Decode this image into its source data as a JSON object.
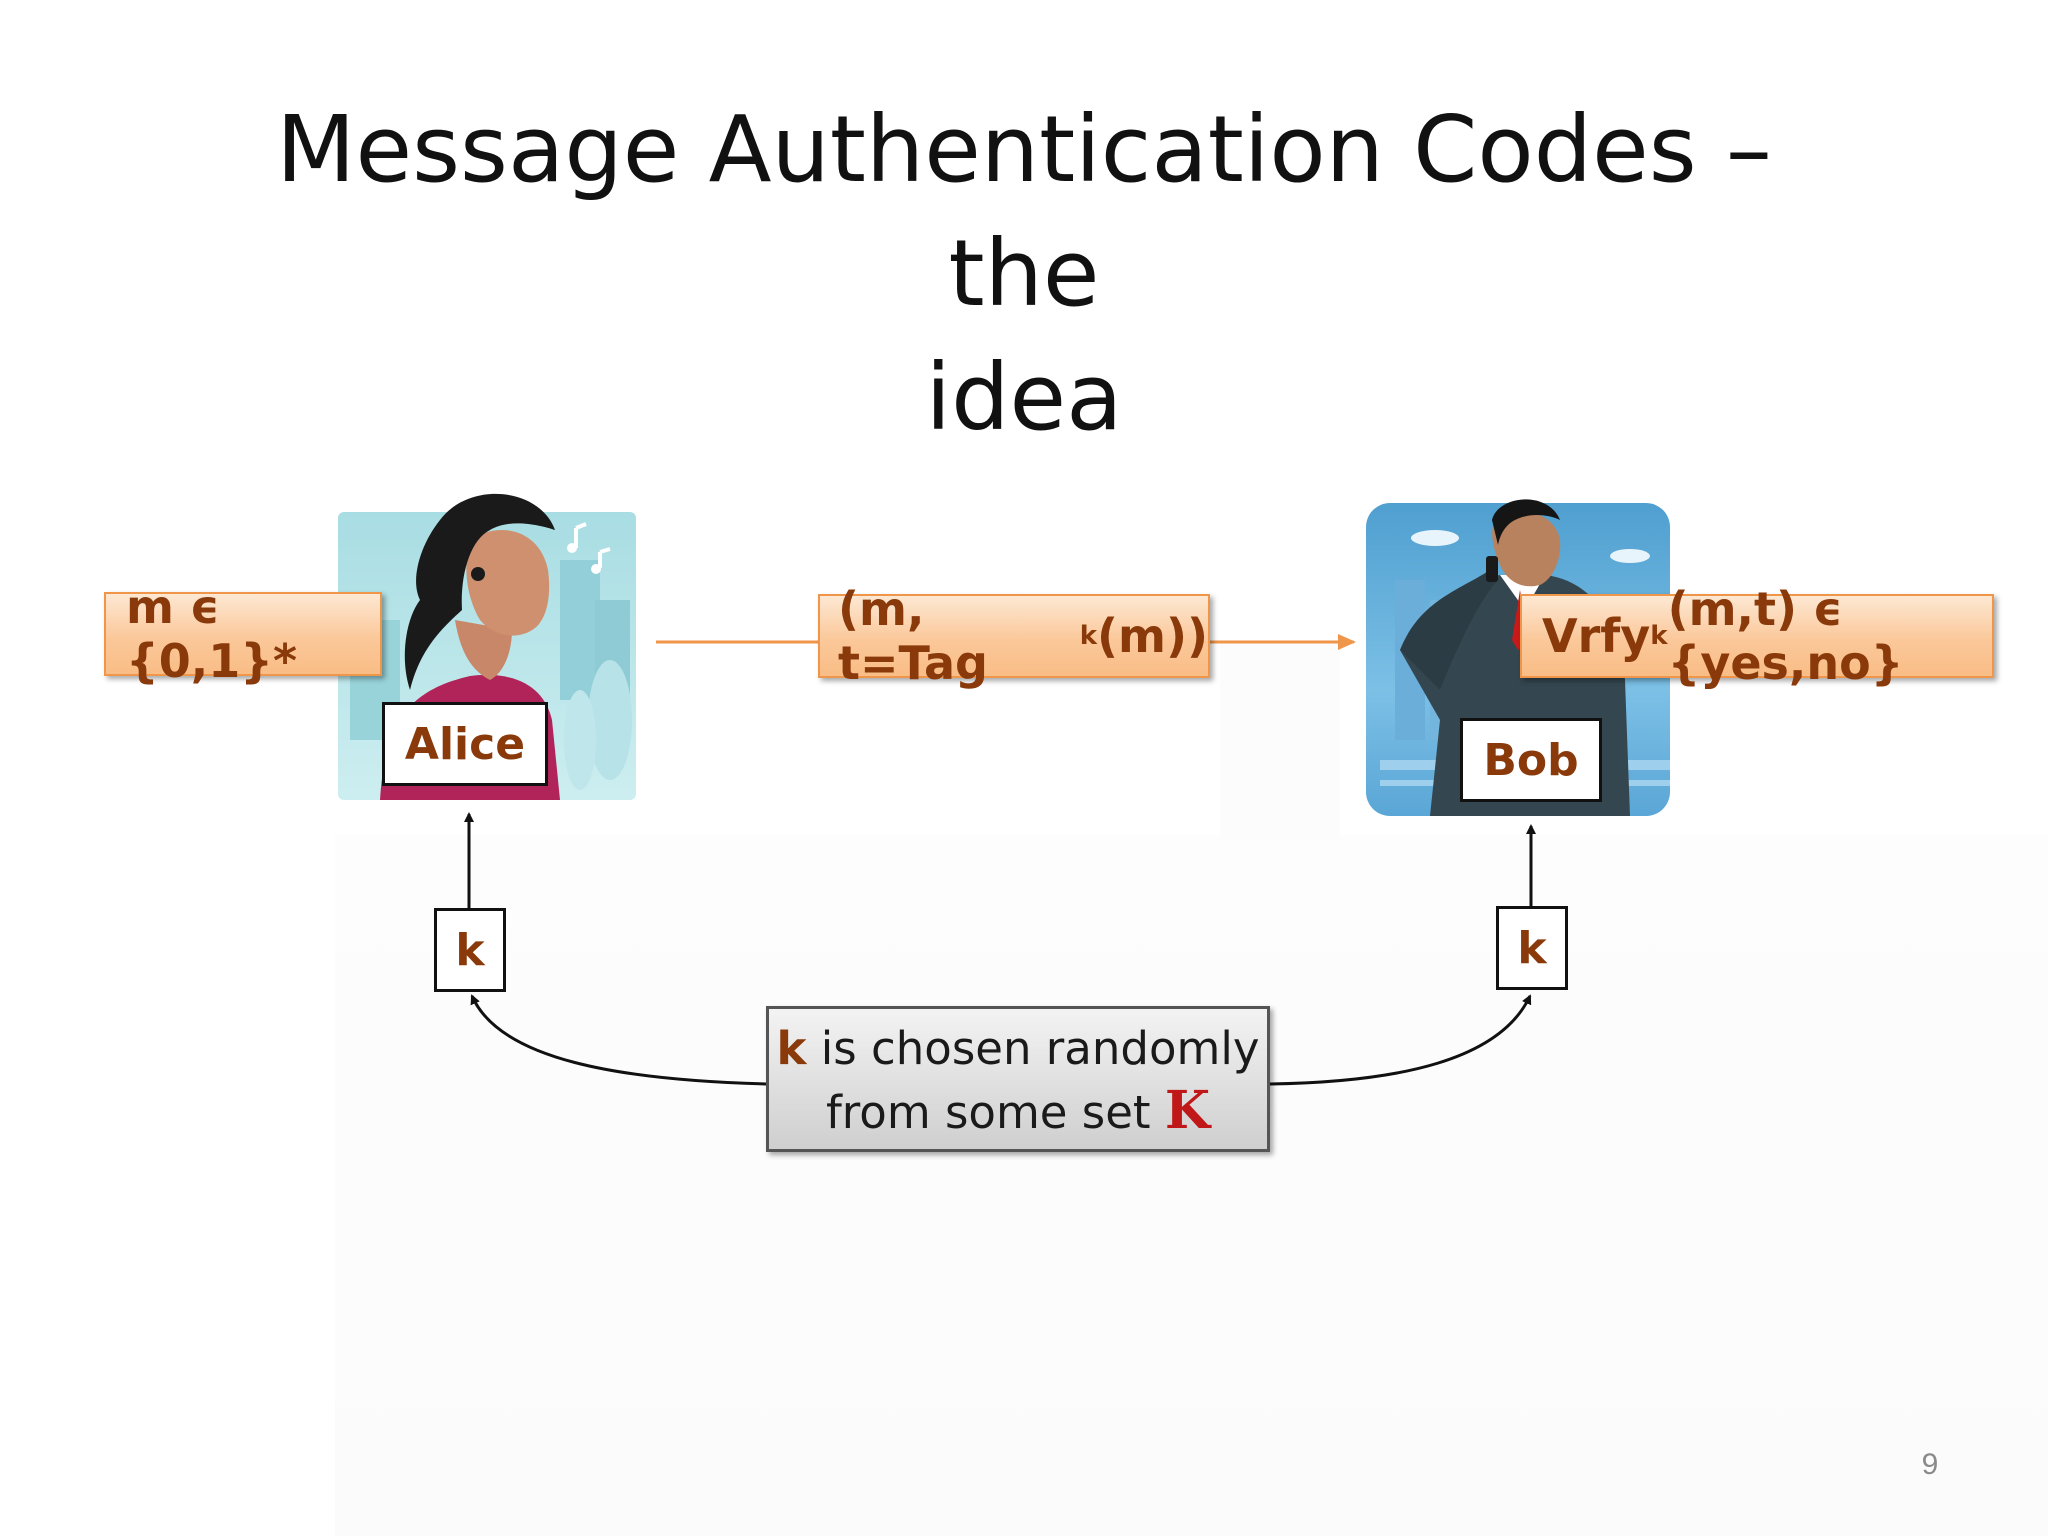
{
  "slide": {
    "title_line1": "Message Authentication Codes – the",
    "title_line2": "idea",
    "page_number": "9"
  },
  "alice": {
    "name": "Alice",
    "message_space": "m ϵ {0,1}*",
    "key_label": "k"
  },
  "bob": {
    "name": "Bob",
    "verify_prefix": "Vrfy",
    "verify_sub": "k",
    "verify_suffix": "(m,t) ϵ {yes,no}",
    "key_label": "k"
  },
  "transmission": {
    "prefix": "(m, t=Tag",
    "sub": "k",
    "suffix": "(m))"
  },
  "key_note": {
    "key_symbol": "k",
    "line1_rest": " is chosen randomly",
    "line2_text": "from some set ",
    "set_symbol": "K"
  },
  "colors": {
    "orange_box_border": "#f0964a",
    "orange_text": "#8a3a0a",
    "arrow_orange": "#f0964a",
    "set_symbol": "#c01818"
  }
}
